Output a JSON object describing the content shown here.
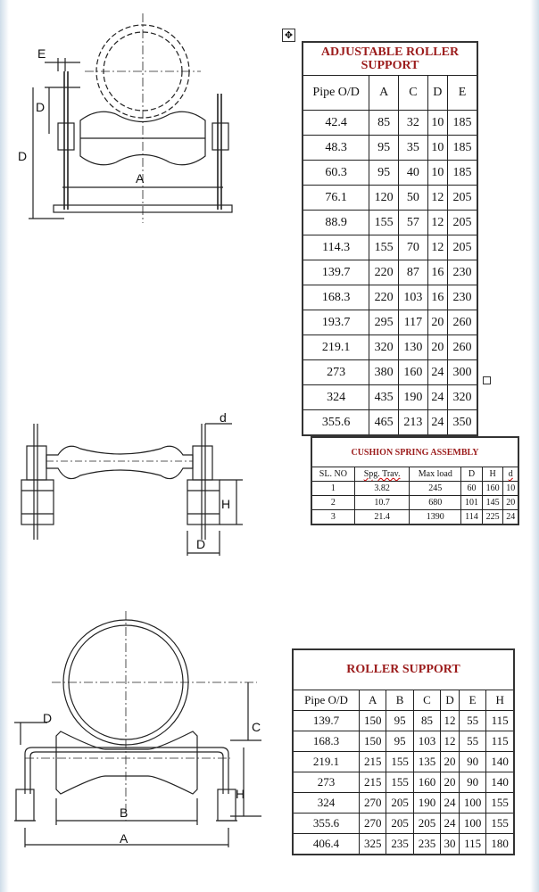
{
  "diagram1": {
    "labels": {
      "e": "E",
      "d_small": "D",
      "d_big": "D",
      "a": "A"
    }
  },
  "diagram2": {
    "labels": {
      "d_small": "d",
      "h": "H",
      "d_big": "D"
    }
  },
  "diagram3": {
    "labels": {
      "d": "D",
      "c": "C",
      "h": "H",
      "b": "B",
      "a": "A"
    }
  },
  "table1": {
    "title": "ADJUSTABLE ROLLER SUPPORT",
    "headers": [
      "Pipe O/D",
      "A",
      "C",
      "D",
      "E"
    ],
    "rows": [
      [
        "42.4",
        "85",
        "32",
        "10",
        "185"
      ],
      [
        "48.3",
        "95",
        "35",
        "10",
        "185"
      ],
      [
        "60.3",
        "95",
        "40",
        "10",
        "185"
      ],
      [
        "76.1",
        "120",
        "50",
        "12",
        "205"
      ],
      [
        "88.9",
        "155",
        "57",
        "12",
        "205"
      ],
      [
        "114.3",
        "155",
        "70",
        "12",
        "205"
      ],
      [
        "139.7",
        "220",
        "87",
        "16",
        "230"
      ],
      [
        "168.3",
        "220",
        "103",
        "16",
        "230"
      ],
      [
        "193.7",
        "295",
        "117",
        "20",
        "260"
      ],
      [
        "219.1",
        "320",
        "130",
        "20",
        "260"
      ],
      [
        "273",
        "380",
        "160",
        "24",
        "300"
      ],
      [
        "324",
        "435",
        "190",
        "24",
        "320"
      ],
      [
        "355.6",
        "465",
        "213",
        "24",
        "350"
      ]
    ]
  },
  "table2": {
    "title": "CUSHION SPRING ASSEMBLY",
    "headers": [
      "SL. NO",
      "Spg. Trav.",
      "Max load",
      "D",
      "H",
      "d"
    ],
    "rows": [
      [
        "1",
        "3.82",
        "245",
        "60",
        "160",
        "10"
      ],
      [
        "2",
        "10.7",
        "680",
        "101",
        "145",
        "20"
      ],
      [
        "3",
        "21.4",
        "1390",
        "114",
        "225",
        "24"
      ]
    ]
  },
  "table3": {
    "title": "ROLLER SUPPORT",
    "headers": [
      "Pipe O/D",
      "A",
      "B",
      "C",
      "D",
      "E",
      "H"
    ],
    "rows": [
      [
        "139.7",
        "150",
        "95",
        "85",
        "12",
        "55",
        "115"
      ],
      [
        "168.3",
        "150",
        "95",
        "103",
        "12",
        "55",
        "115"
      ],
      [
        "219.1",
        "215",
        "155",
        "135",
        "20",
        "90",
        "140"
      ],
      [
        "273",
        "215",
        "155",
        "160",
        "20",
        "90",
        "140"
      ],
      [
        "324",
        "270",
        "205",
        "190",
        "24",
        "100",
        "155"
      ],
      [
        "355.6",
        "270",
        "205",
        "205",
        "24",
        "100",
        "155"
      ],
      [
        "406.4",
        "325",
        "235",
        "235",
        "30",
        "115",
        "180"
      ]
    ]
  }
}
